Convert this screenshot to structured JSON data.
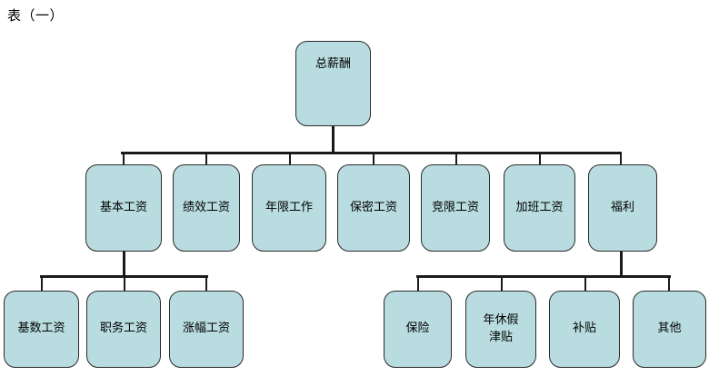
{
  "caption": "表（一）",
  "colors": {
    "node_fill": "#b9dce0",
    "node_border": "#2b2b2b",
    "connector": "#1a1a1a",
    "background": "#ffffff",
    "text": "#000000"
  },
  "chart_data": {
    "type": "diagram",
    "title": "表（一）",
    "diagram_kind": "organization-tree",
    "root": "总薪酬",
    "levels": [
      {
        "level": 1,
        "nodes": [
          "总薪酬"
        ]
      },
      {
        "level": 2,
        "nodes": [
          "基本工资",
          "绩效工资",
          "年限工作",
          "保密工资",
          "竞限工资",
          "加班工资",
          "福利"
        ]
      },
      {
        "level": 3,
        "parent": "基本工资",
        "nodes": [
          "基数工资",
          "职务工资",
          "涨幅工资"
        ]
      },
      {
        "level": 3,
        "parent": "福利",
        "nodes": [
          "保险",
          "年休假\n津贴",
          "补贴",
          "其他"
        ]
      }
    ]
  },
  "nodes": {
    "root": {
      "label": "总薪酬"
    },
    "level2": [
      {
        "label": "基本工资"
      },
      {
        "label": "绩效工资"
      },
      {
        "label": "年限工作"
      },
      {
        "label": "保密工资"
      },
      {
        "label": "竞限工资"
      },
      {
        "label": "加班工资"
      },
      {
        "label": "福利"
      }
    ],
    "level3_left": [
      {
        "label": "基数工资"
      },
      {
        "label": "职务工资"
      },
      {
        "label": "涨幅工资"
      }
    ],
    "level3_right": [
      {
        "label": "保险"
      },
      {
        "label": "年休假\n津贴"
      },
      {
        "label": "补贴"
      },
      {
        "label": "其他"
      }
    ]
  }
}
